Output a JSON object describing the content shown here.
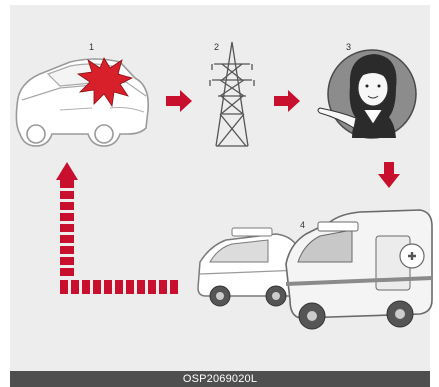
{
  "steps": [
    {
      "number": "1"
    },
    {
      "number": "2"
    },
    {
      "number": "3"
    },
    {
      "number": "4"
    }
  ],
  "caption": "OSP2069020L",
  "colors": {
    "arrow": "#c8102e",
    "panel": "#ededed",
    "caption_bar": "#4f4f4f",
    "crash_burst": "#d8202a"
  }
}
